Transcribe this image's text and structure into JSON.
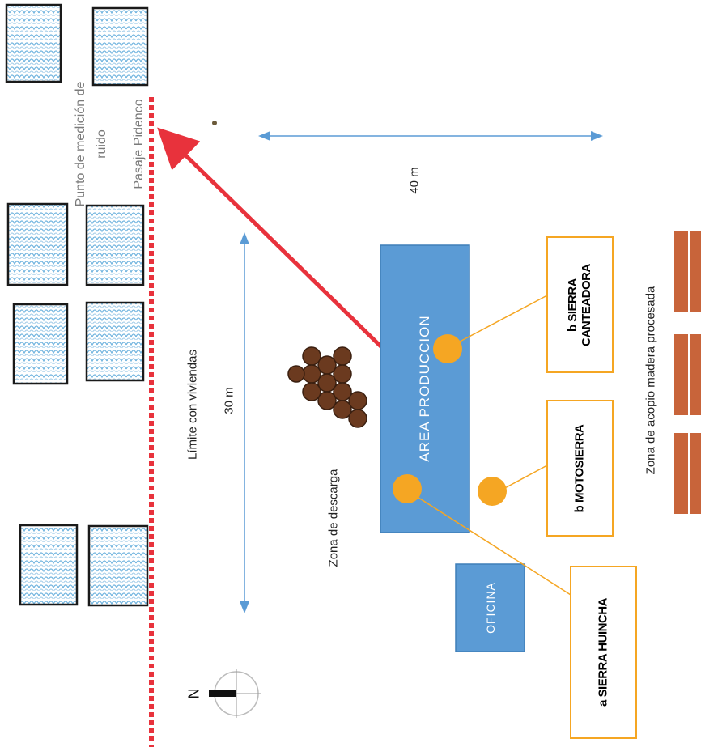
{
  "labels": {
    "punto_medicion": "Punto de medición de ruido",
    "pasaje": "Pasaje Pidenco",
    "limite": "Límite con viviendas",
    "dist_40": "40 m",
    "dist_30": "30 m",
    "zona_descarga": "Zona de descarga",
    "area_produccion": "AREA PRODUCCION",
    "oficina": "OFICINA",
    "zona_acopio": "Zona de acopio madera procesada",
    "north": "N"
  },
  "machines": {
    "sierra_canteadora": [
      "b SIERRA",
      "CANTEADORA"
    ],
    "motosierra": "b  MOTOSIERRA",
    "sierra_huincha": "a  SIERRA HUINCHA"
  },
  "colors": {
    "house_border": "#1a1a1a",
    "house_pattern": "#6fb3de",
    "boundary": "#e8323c",
    "arrow": "#e8323c",
    "dimension": "#5b9bd5",
    "area": "#5b9bd5",
    "machine_marker": "#f5a623",
    "machine_box": "#f5a623",
    "wood_stack": "#c8643a",
    "logs": "#6b3a1f"
  }
}
